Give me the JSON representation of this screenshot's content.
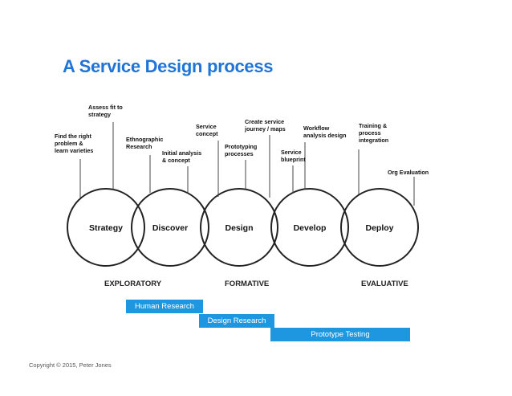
{
  "title": "A Service Design process",
  "circles": [
    {
      "label": "Strategy"
    },
    {
      "label": "Discover"
    },
    {
      "label": "Design"
    },
    {
      "label": "Develop"
    },
    {
      "label": "Deploy"
    }
  ],
  "annotations": [
    {
      "lines": [
        "Assess fit to",
        "strategy"
      ]
    },
    {
      "lines": [
        "Find the right",
        "problem &",
        "learn varieties"
      ]
    },
    {
      "lines": [
        "Ethnographic",
        "Research"
      ]
    },
    {
      "lines": [
        "Initial analysis",
        "& concept"
      ]
    },
    {
      "lines": [
        "Service",
        "concept"
      ]
    },
    {
      "lines": [
        "Create service",
        "journey / maps"
      ]
    },
    {
      "lines": [
        "Prototyping",
        "processes"
      ]
    },
    {
      "lines": [
        "Workflow",
        "analysis design"
      ]
    },
    {
      "lines": [
        "Service",
        "blueprint"
      ]
    },
    {
      "lines": [
        "Training &",
        "process",
        "integration"
      ]
    },
    {
      "lines": [
        "Org Evaluation"
      ]
    }
  ],
  "phases": [
    "EXPLORATORY",
    "FORMATIVE",
    "EVALUATIVE"
  ],
  "research_bars": [
    {
      "label": "Human Research"
    },
    {
      "label": "Design Research"
    },
    {
      "label": "Prototype Testing"
    }
  ],
  "copyright": "Copyright © 2015, Peter Jones",
  "colors": {
    "title": "#1f74d6",
    "bar": "#1f97e0",
    "line": "#222222"
  }
}
